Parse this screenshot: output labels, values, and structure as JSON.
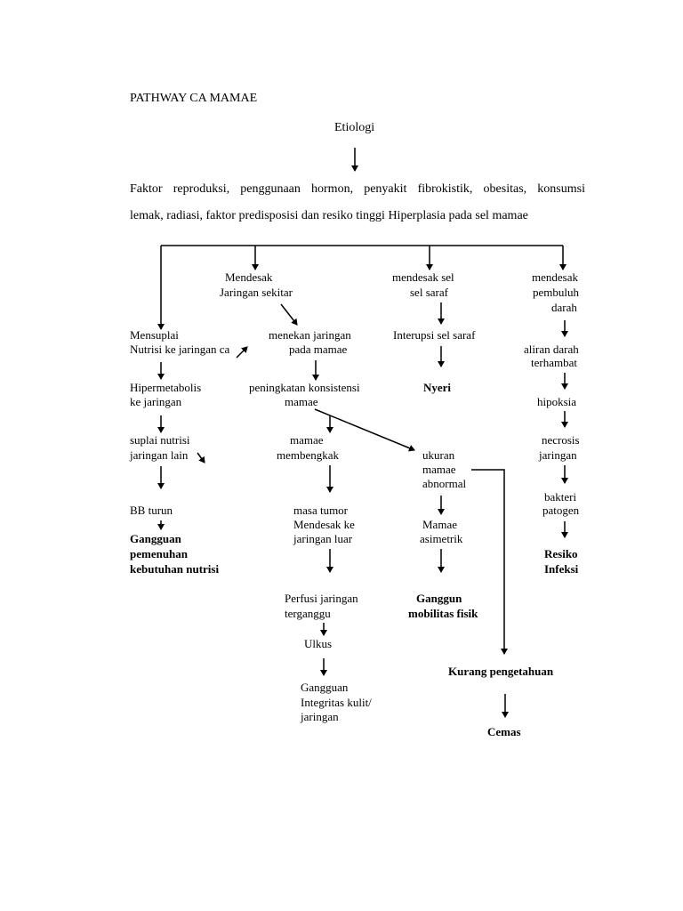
{
  "title": "PATHWAY CA MAMAE",
  "etiologi": "Etiologi",
  "factors": {
    "line1": "Faktor reproduksi, penggunaan hormon, penyakit fibrokistik, obesitas, konsumsi",
    "line2": "lemak, radiasi, faktor predisposisi dan resiko tinggi Hiperplasia pada sel mamae"
  },
  "col1": {
    "a1": "Mensuplai",
    "a2": "Nutrisi ke jaringan ca",
    "b1": "Hipermetabolis",
    "b2": "ke jaringan",
    "c1": "suplai nutrisi",
    "c2": "jaringan lain",
    "d": "BB turun",
    "dx1": "Gangguan",
    "dx2": "pemenuhan",
    "dx3": "kebutuhan nutrisi"
  },
  "col2": {
    "a1": "Mendesak",
    "a2": "Jaringan sekitar",
    "b1": "menekan jaringan",
    "b2": "pada mamae",
    "c1": "peningkatan konsistensi",
    "c2": "mamae",
    "d1": "mamae",
    "d2": "membengkak",
    "e1": "masa tumor",
    "e2": "Mendesak ke",
    "e3": "jaringan luar",
    "f1": "Perfusi jaringan",
    "f2": "terganggu",
    "g": "Ulkus",
    "dx1": "Gangguan",
    "dx2": "Integritas kulit/",
    "dx3": "jaringan"
  },
  "col3": {
    "a1": "mendesak sel",
    "a2": "sel saraf",
    "b": "Interupsi sel saraf",
    "dx": "Nyeri",
    "c1": "ukuran",
    "c2": "mamae",
    "c3": "abnormal",
    "d1": "Mamae",
    "d2": "asimetrik",
    "dx2_1": "Ganggun",
    "dx2_2": "mobilitas fisik",
    "k": "Kurang pengetahuan",
    "cemas": "Cemas"
  },
  "col4": {
    "a1": "mendesak",
    "a2": "pembuluh",
    "a3": "darah",
    "b1": "aliran darah",
    "b2": "terhambat",
    "c": "hipoksia",
    "d1": "necrosis",
    "d2": "jaringan",
    "e1": "bakteri",
    "e2": "patogen",
    "dx1": "Resiko",
    "dx2": "Infeksi"
  }
}
